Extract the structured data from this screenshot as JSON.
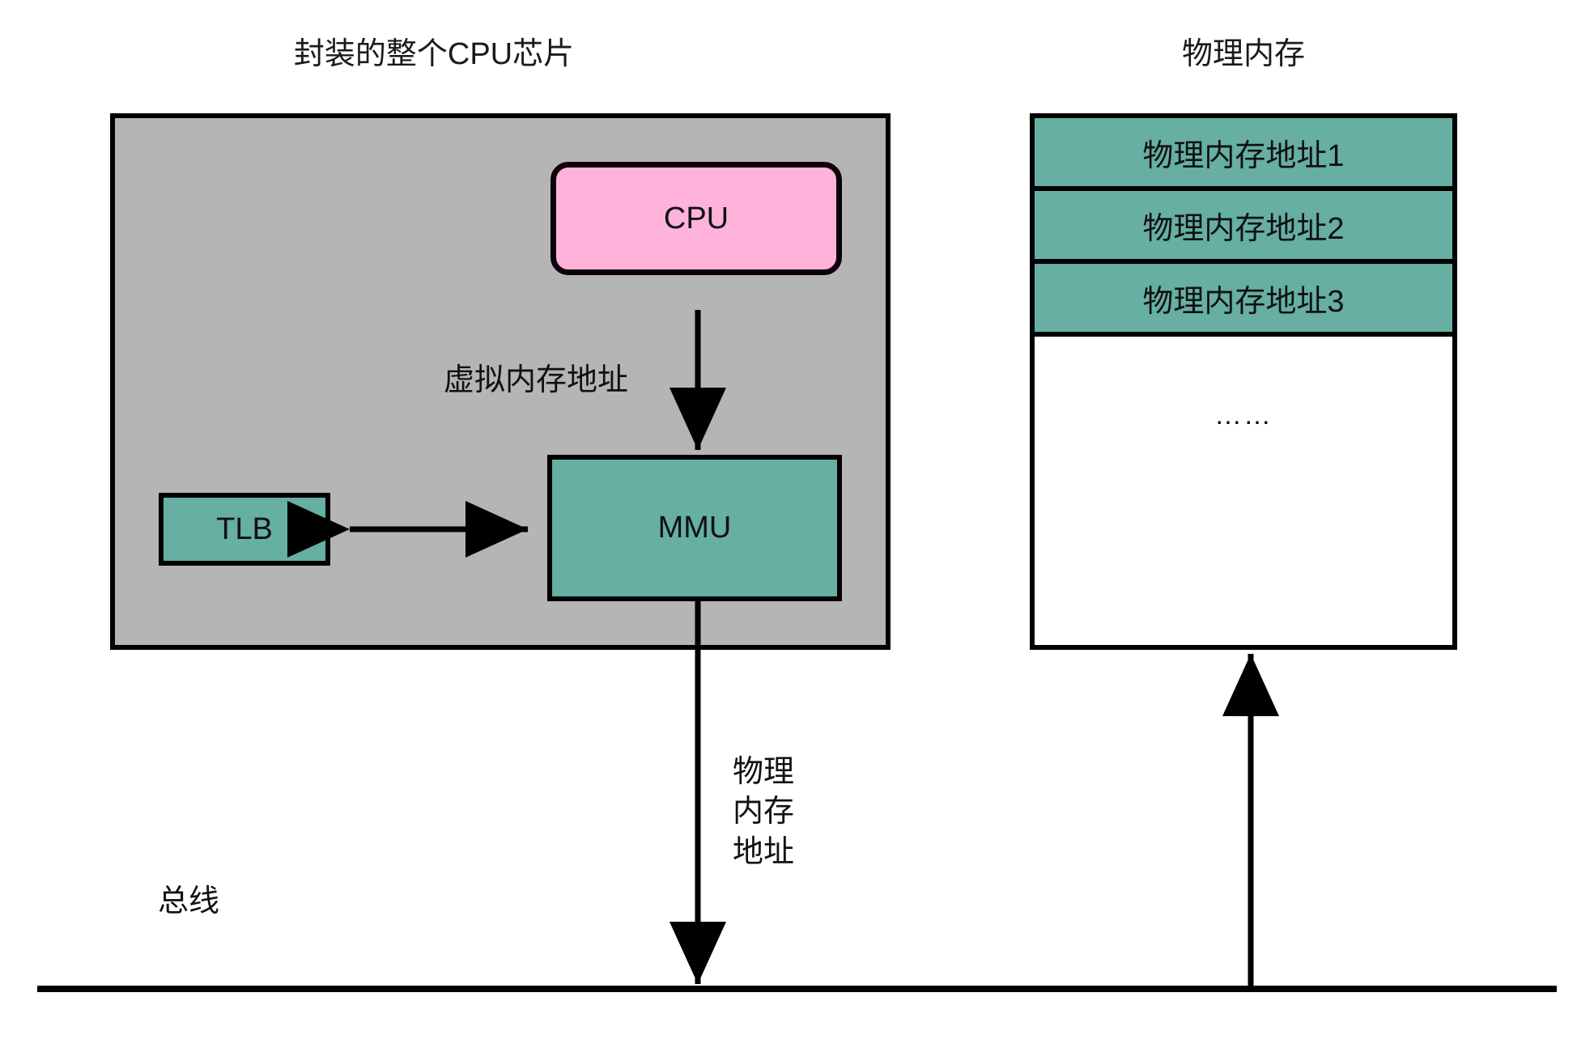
{
  "diagram": {
    "titles": {
      "chip": "封装的整个CPU芯片",
      "memory": "物理内存"
    },
    "chip": {
      "cpu_label": "CPU",
      "mmu_label": "MMU",
      "tlb_label": "TLB",
      "background_color": "#b5b5b5",
      "cpu_color": "#ffb3da",
      "mmu_color": "#66afa2",
      "tlb_color": "#66afa2"
    },
    "memory": {
      "rows": [
        "物理内存地址1",
        "物理内存地址2",
        "物理内存地址3"
      ],
      "ellipsis": "……",
      "row_color": "#66afa2",
      "empty_color": "#ffffff"
    },
    "labels": {
      "virtual_address": "虚拟内存地址",
      "physical_address_vertical": "物理\n内存\n地址",
      "bus": "总线"
    },
    "connections": [
      {
        "name": "cpu-to-mmu",
        "label": "虚拟内存地址",
        "direction": "down"
      },
      {
        "name": "tlb-mmu-bidirectional",
        "label": "",
        "direction": "both"
      },
      {
        "name": "mmu-to-bus",
        "label": "物理内存地址",
        "direction": "down"
      },
      {
        "name": "bus-to-memory",
        "label": "",
        "direction": "up"
      }
    ],
    "colors": {
      "stroke": "#000000",
      "page_background": "#ffffff"
    }
  }
}
